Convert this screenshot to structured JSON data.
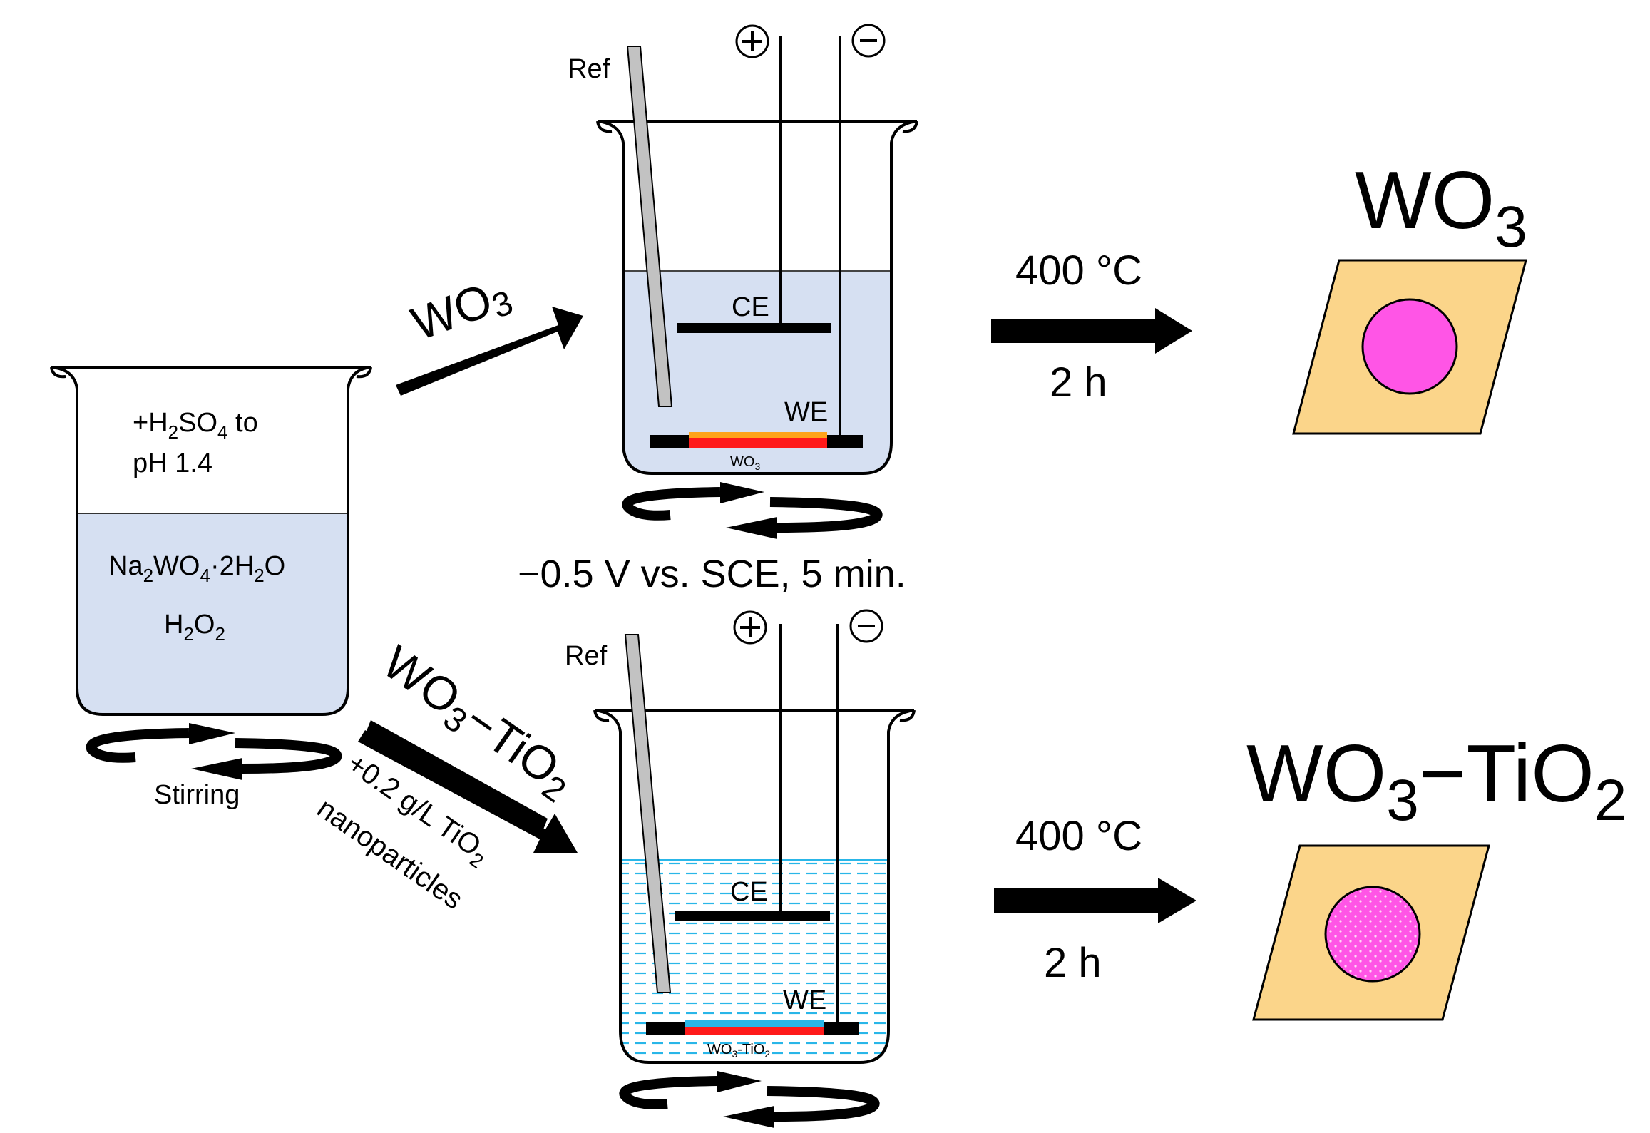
{
  "prep_beaker": {
    "acid": {
      "pre": "+H",
      "s1": "2",
      "mid": "SO",
      "s2": "4",
      "post": " to"
    },
    "acid_ph": "pH 1.4",
    "precursor": {
      "p1": "Na",
      "s1": "2",
      "p2": "WO",
      "s2": "4",
      "p3": "·2H",
      "s3": "2",
      "p4": "O"
    },
    "peroxide": {
      "p1": "H",
      "s1": "2",
      "p2": "O",
      "s2": "2"
    },
    "stirring_label": "Stirring"
  },
  "route_wo3": {
    "label_base": "WO",
    "label_sub": "3"
  },
  "route_composite": {
    "label": {
      "p1": "WO",
      "s1": "3",
      "p2": "−TiO",
      "s2": "2"
    },
    "additive": {
      "p1": "+0.2 g/L TiO",
      "s1": "2"
    },
    "additive_line2": "nanoparticles"
  },
  "cell_top": {
    "plus": "+",
    "minus": "−",
    "ref": "Ref",
    "ce": "CE",
    "we": "WE",
    "film": {
      "p1": "WO",
      "s1": "3"
    }
  },
  "cell_bottom": {
    "plus": "+",
    "minus": "−",
    "ref": "Ref",
    "ce": "CE",
    "we": "WE",
    "film": {
      "p1": "WO",
      "s1": "3",
      "p2": "-TiO",
      "s2": "2"
    }
  },
  "deposition_condition": "−0.5 V vs. SCE, 5 min.",
  "anneal_top": {
    "temp": "400 °C",
    "time": "2 h"
  },
  "anneal_bottom": {
    "temp": "400 °C",
    "time": "2 h"
  },
  "product_top": {
    "p1": "WO",
    "s1": "3"
  },
  "product_bottom": {
    "p1": "WO",
    "s1": "3",
    "p2": "−TiO",
    "s2": "2"
  },
  "colors": {
    "solution": "#d6e0f2",
    "composite_dash": "#29b6e8",
    "substrate": "#fbd58a",
    "spot": "#ff55e6",
    "film_red": "#ff1a1a",
    "film_orange": "#ffa31a",
    "film_cyan": "#29b6e8",
    "ref_rod": "#c2c2c2"
  }
}
